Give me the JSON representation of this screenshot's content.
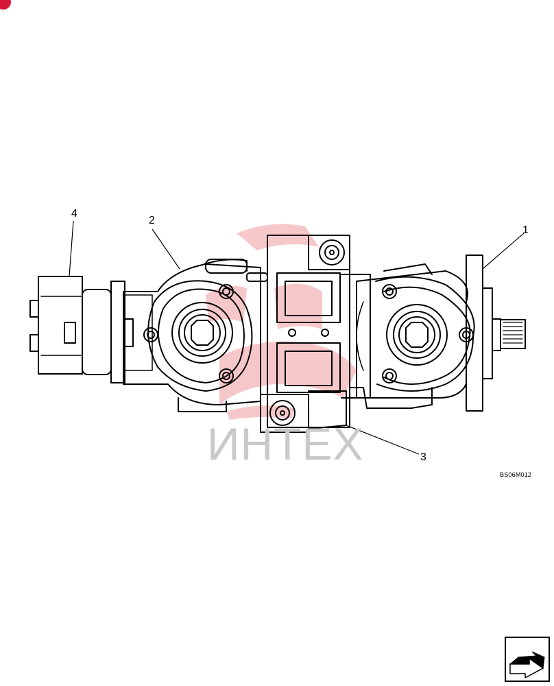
{
  "diagram": {
    "callouts": [
      {
        "id": "1",
        "label": "1"
      },
      {
        "id": "2",
        "label": "2"
      },
      {
        "id": "3",
        "label": "3"
      },
      {
        "id": "4",
        "label": "4"
      }
    ],
    "figure_code": "BS06M012",
    "watermark": {
      "text": "ИНТЕХ",
      "logo": "intex-logo"
    }
  },
  "navigation": {
    "next_icon": "arrow-right-icon"
  },
  "corner_badge": {
    "color": "#d8163a"
  }
}
